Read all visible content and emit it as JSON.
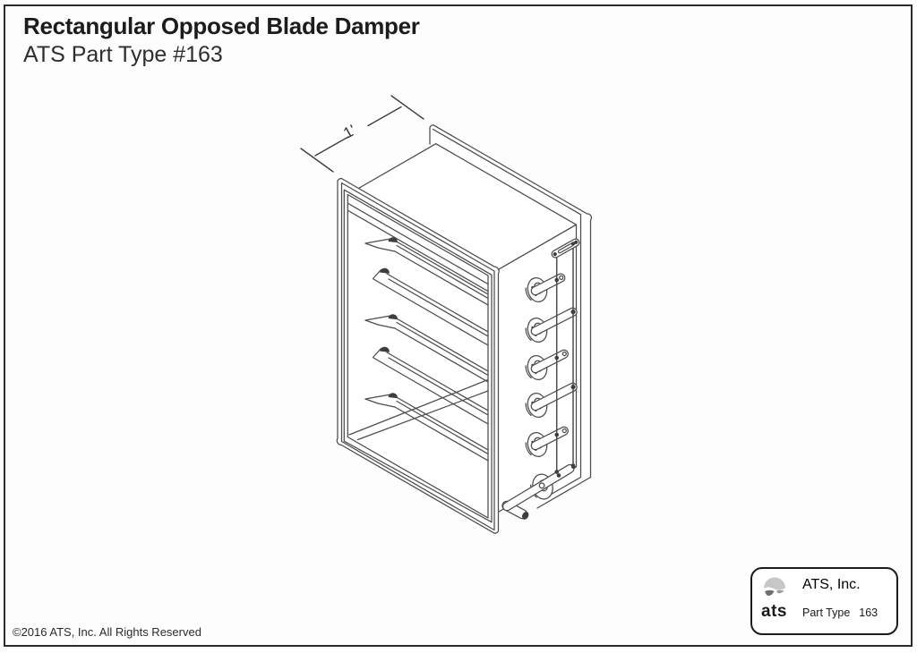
{
  "header": {
    "title": "Rectangular Opposed Blade Damper",
    "subtitle": "ATS Part Type #163"
  },
  "drawing": {
    "description": "Isometric technical drawing of a rectangular opposed blade damper with five blades, side linkage rods, blade levers and a crank handle",
    "dimension_label": "1'",
    "blade_count": 5,
    "line_color": "#4c4c4c"
  },
  "footer": {
    "copyright": "©2016 ATS, Inc. All Rights Reserved"
  },
  "logo_box": {
    "short_name": "ats",
    "company_name": "ATS, Inc.",
    "part_type_label": "Part Type",
    "part_type_value": "163"
  }
}
